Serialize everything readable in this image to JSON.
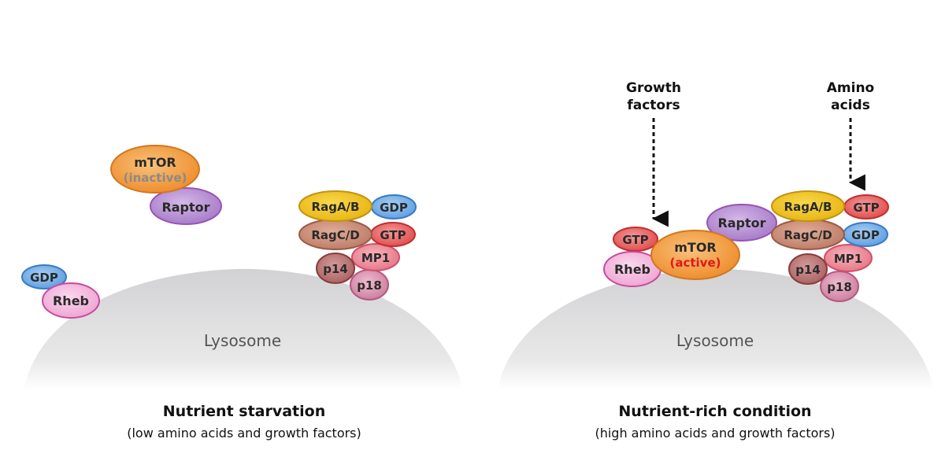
{
  "colors": {
    "mtor": "#f29a3a",
    "raptor": "#b48ad0",
    "rag_ab": "#f2c21a",
    "rag_cd": "#c98a74",
    "gdp": "#6aaae6",
    "gtp": "#e85a5a",
    "p14": "#b87070",
    "mp1": "#ee8494",
    "p18": "#d88aa8",
    "rheb": "#f2b4da",
    "inactive_text": "#8a8a8a",
    "active_text": "#e01818"
  },
  "left": {
    "mtor_label": "mTOR",
    "mtor_state": "(inactive)",
    "raptor_label": "Raptor",
    "rag_ab_label": "RagA/B",
    "rag_ab_nucleotide": "GDP",
    "rag_cd_label": "RagC/D",
    "rag_cd_nucleotide": "GTP",
    "p14_label": "p14",
    "mp1_label": "MP1",
    "p18_label": "p18",
    "rheb_nucleotide": "GDP",
    "rheb_label": "Rheb",
    "lysosome_label": "Lysosome",
    "caption_title": "Nutrient starvation",
    "caption_subtitle": "(low amino acids and growth factors)"
  },
  "right": {
    "growth_factors_line1": "Growth",
    "growth_factors_line2": "factors",
    "amino_acids_line1": "Amino",
    "amino_acids_line2": "acids",
    "mtor_label": "mTOR",
    "mtor_state": "(active)",
    "raptor_label": "Raptor",
    "rag_ab_label": "RagA/B",
    "rag_ab_nucleotide": "GTP",
    "rag_cd_label": "RagC/D",
    "rag_cd_nucleotide": "GDP",
    "p14_label": "p14",
    "mp1_label": "MP1",
    "p18_label": "p18",
    "rheb_nucleotide": "GTP",
    "rheb_label": "Rheb",
    "lysosome_label": "Lysosome",
    "caption_title": "Nutrient-rich condition",
    "caption_subtitle": "(high amino acids and growth factors)"
  }
}
